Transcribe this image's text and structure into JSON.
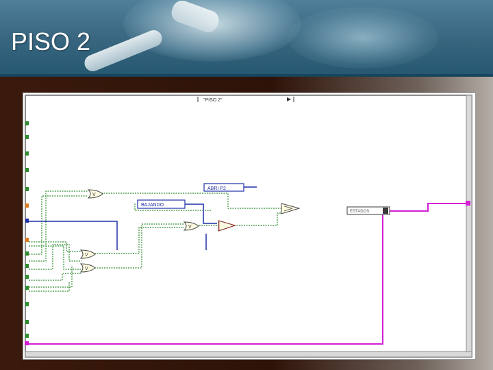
{
  "slide": {
    "title": "PISO 2"
  },
  "diagram": {
    "case_selector_label": "\"PISO 2\"",
    "constants": {
      "abrir_p2": "ABRI P2",
      "bajando": "BAJANDO",
      "estados": "ESTADOS"
    },
    "gates": {
      "or_top": "V",
      "or_mid": "V",
      "or_low1": "V",
      "or_low2": "V"
    },
    "colors": {
      "boolean_wire": "#2e8b2e",
      "enum_wire": "#1f2fa8",
      "cluster_wire": "#d21fd2",
      "frame": "#888888"
    }
  }
}
